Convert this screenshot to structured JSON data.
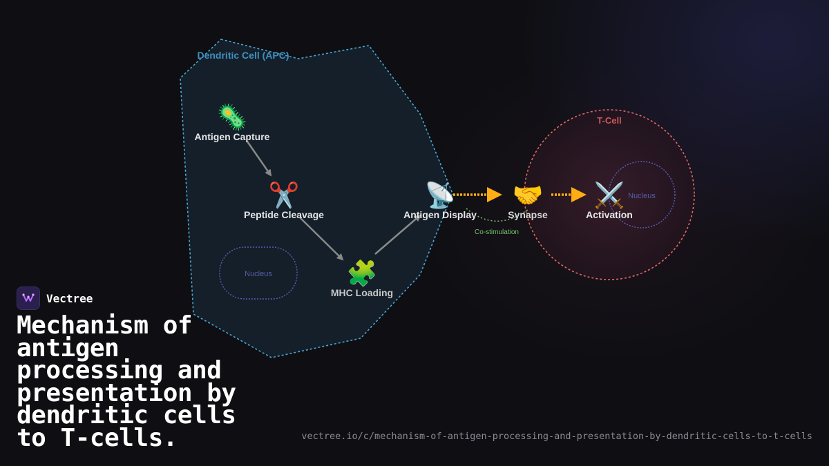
{
  "diagram": {
    "apc_label": "Dendritic Cell (APC)",
    "tcell_label": "T-Cell",
    "apc_nucleus_label": "Nucleus",
    "tcell_nucleus_label": "Nucleus",
    "costim_label": "Co-stimulation",
    "steps": [
      {
        "label": "Antigen Capture",
        "icon": "microbe-icon",
        "emoji": "🦠"
      },
      {
        "label": "Peptide Cleavage",
        "icon": "scissors-icon",
        "emoji": "✂️"
      },
      {
        "label": "MHC Loading",
        "icon": "puzzle-piece-icon",
        "emoji": "🧩"
      },
      {
        "label": "Antigen Display",
        "icon": "satellite-dish-icon",
        "emoji": "📡"
      },
      {
        "label": "Synapse",
        "icon": "handshake-icon",
        "emoji": "🤝"
      },
      {
        "label": "Activation",
        "icon": "crossed-swords-icon",
        "emoji": "⚔️"
      }
    ],
    "colors": {
      "apc_border": "#4aa8d8",
      "apc_label": "#3f8fc0",
      "tcell_border": "#e06a6a",
      "tcell_label": "#c85a5a",
      "nucleus_border": "#5a5fb8",
      "arrow_gray": "#8a8a8a",
      "arrow_orange": "#ffad14",
      "costim": "#6fc46f"
    }
  },
  "brand": {
    "name": "Vectree",
    "logo_icon": "vectree-logo-icon"
  },
  "title": "Mechanism of antigen processing and presentation by dendritic cells to T-cells.",
  "url": "vectree.io/c/mechanism-of-antigen-processing-and-presentation-by-dendritic-cells-to-t-cells"
}
